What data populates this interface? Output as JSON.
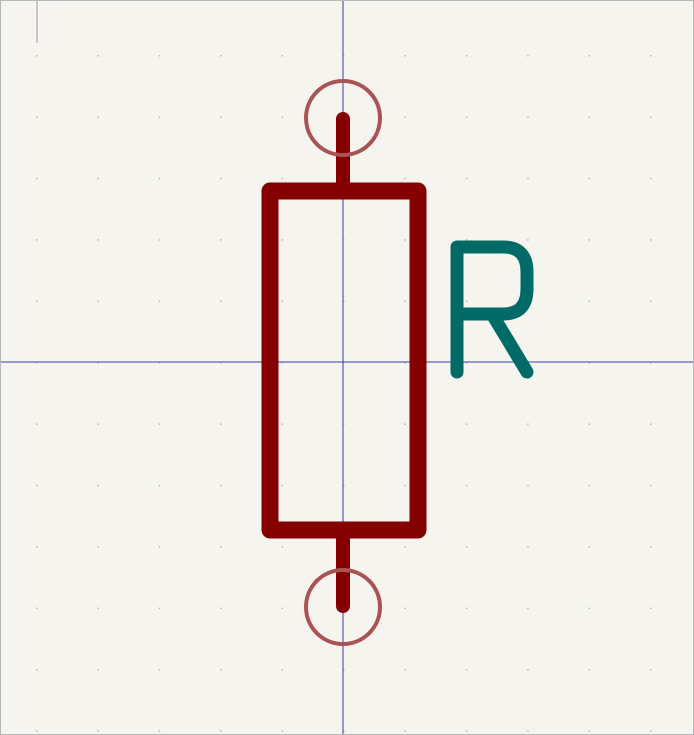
{
  "editor": {
    "background_color": "#f5f4ef",
    "grid_dot_color": "#b9b7ad",
    "crosshair_color": "#3b3bb0",
    "symbol_body_color": "#840000",
    "pin_marker_color": "#a85454",
    "reference_color": "#006a66"
  },
  "symbol": {
    "reference_designator": "R",
    "body_icon": "resistor-body",
    "pins": [
      {
        "name": "pin-1-top"
      },
      {
        "name": "pin-2-bottom"
      }
    ]
  }
}
